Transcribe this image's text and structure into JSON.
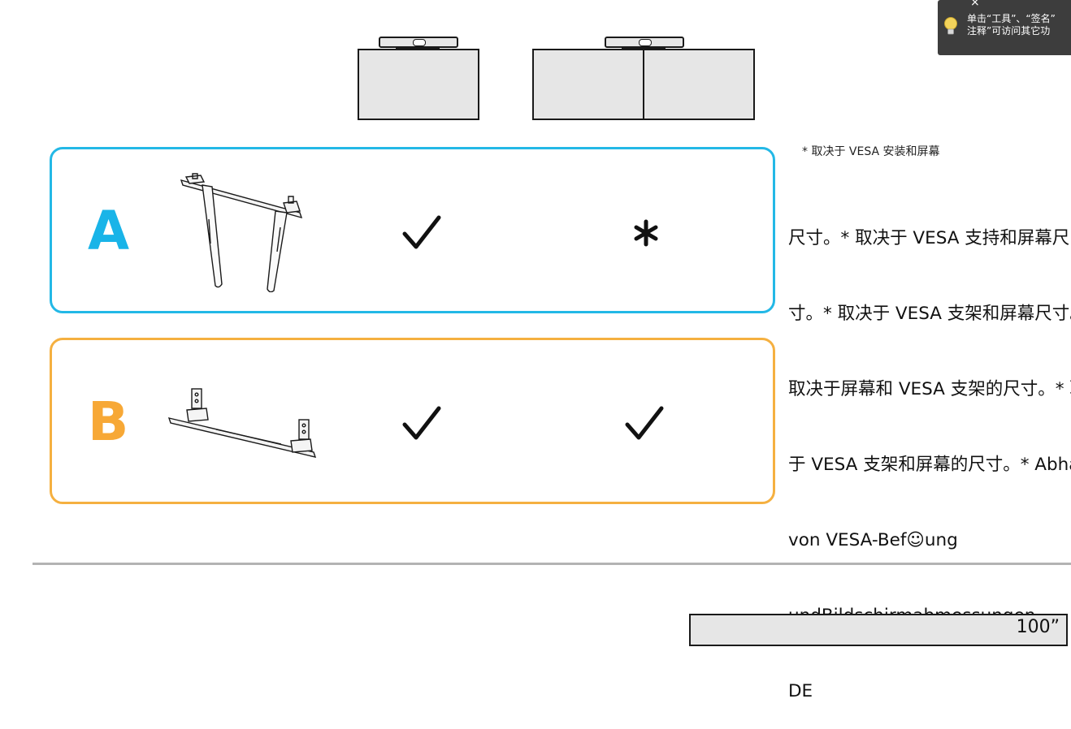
{
  "tooltip": {
    "close_glyph": "×",
    "line1": "单击“工具”、“签名”",
    "line2": "注释”可访问其它功"
  },
  "options": [
    {
      "letter": "A",
      "letter_color": "#19b4e8",
      "border_color": "#23b8e6",
      "single_screen": "check",
      "dual_screen": "asterisk"
    },
    {
      "letter": "B",
      "letter_color": "#f7a836",
      "border_color": "#f5b040",
      "single_screen": "check",
      "dual_screen": "check"
    }
  ],
  "note_small": "* 取决于 VESA 安装和屏幕",
  "note_lines": [
    "尺寸。* 取决于 VESA 支持和屏幕尺",
    "寸。* 取决于 VESA 支架和屏幕尺寸。*",
    "取决于屏幕和 VESA 支架的尺寸。* 取决",
    "于 VESA 支架和屏幕的尺寸。* Abhängig",
    "von VESA-Bef☺ung",
    "undBildschirmabmessungen。",
    "DE"
  ],
  "size_label": "100”",
  "colors": {
    "a_accent": "#23b8e6",
    "b_accent": "#f5b040",
    "divider": "#b3b3b3",
    "screen_fill": "#e6e6e6"
  }
}
